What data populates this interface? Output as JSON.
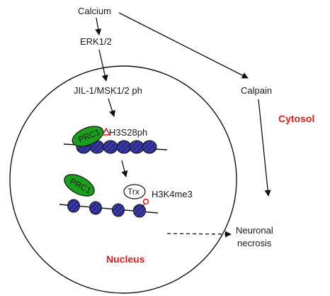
{
  "nodes": {
    "calcium": "Calcium",
    "erk": "ERK1/2",
    "jil": "JIL-1/MSK1/2 ph",
    "calpain": "Calpain",
    "neuronal_line1": "Neuronal",
    "neuronal_line2": "necrosis"
  },
  "marks": {
    "h3s28ph": "H3S28ph",
    "h3k4me3": "H3K4me3",
    "prc1_top": "PRC1",
    "prc1_bottom": "PRC1",
    "trx": "Trx"
  },
  "regions": {
    "cytosol": "Cytosol",
    "nucleus": "Nucleus"
  },
  "colors": {
    "nucleosome": "#2b2b8f",
    "prc1": "#1aa01a",
    "region_label": "#e21b1b",
    "s28_triangle": "#e21b1b",
    "k4_circle": "#e21b1b"
  }
}
